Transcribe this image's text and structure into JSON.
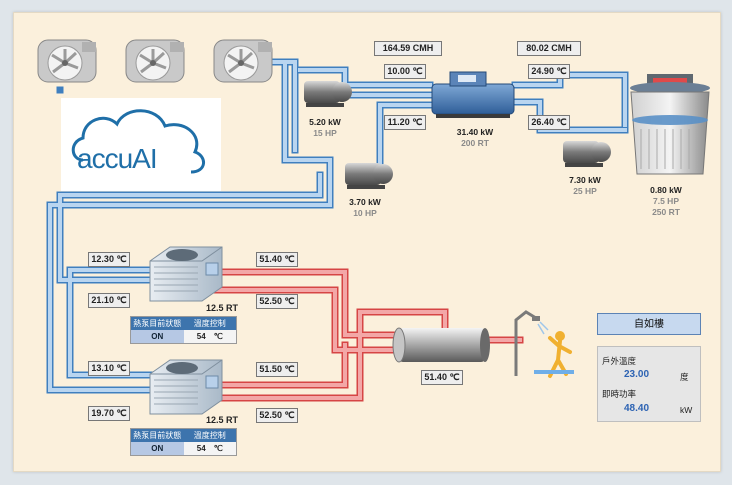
{
  "colors": {
    "background": "#fbf0dc",
    "cold_pipe": "#b9d5f0",
    "cold_pipe_edge": "#3f7fbf",
    "hot_pipe": "#f3a7a7",
    "hot_pipe_edge": "#d64545",
    "accent": "#2d63b3",
    "control_header": "#3d74ad"
  },
  "logo": {
    "text": "accuAI"
  },
  "flows": {
    "condenser_flow": "164.59  CMH",
    "tower_flow": "80.02  CMH"
  },
  "temps": {
    "chw_supply": "10.00 ℃",
    "chw_return": "11.20 ℃",
    "cw_supply": "24.90 ℃",
    "cw_return": "26.40 ℃",
    "hp1_chw_in": "12.30 ℃",
    "hp1_chw_out": "21.10 ℃",
    "hp1_hw_out": "51.40 ℃",
    "hp1_hw_in": "52.50 ℃",
    "hp2_chw_in": "13.10 ℃",
    "hp2_chw_out": "19.70 ℃",
    "hp2_hw_out": "51.50 ℃",
    "hp2_hw_in": "52.50 ℃",
    "tank_temp": "51.40 ℃"
  },
  "equipment": {
    "pump1": {
      "kw": "5.20  kW",
      "hp": "15 HP"
    },
    "pump2": {
      "kw": "3.70  kW",
      "hp": "10 HP"
    },
    "chiller": {
      "kw": "31.40 kW",
      "rt": "200 RT"
    },
    "pump3": {
      "kw": "7.30  kW",
      "hp": "25 HP"
    },
    "tower": {
      "kw": "0.80  kW",
      "hp": "7.5 HP",
      "rt": "250 RT"
    },
    "hp1": {
      "rt": "12.5 RT"
    },
    "hp2": {
      "rt": "12.5 RT"
    }
  },
  "control1": {
    "status_header": "熱泵目前狀態",
    "temp_header": "溫度控制",
    "status": "ON",
    "setpoint": "54",
    "unit": "℃"
  },
  "control2": {
    "status_header": "熱泵目前狀態",
    "temp_header": "溫度控制",
    "status": "ON",
    "setpoint": "54",
    "unit": "℃"
  },
  "mode_button": "自如樓",
  "weather": {
    "outdoor_label": "戶外溫度",
    "outdoor_value": "23.00",
    "outdoor_unit": "度",
    "power_label": "即時功率",
    "power_value": "48.40",
    "power_unit": "kW"
  },
  "icons": {
    "fans": "fan-icon",
    "pumps": "pump-icon",
    "chiller": "chiller-icon",
    "tower": "cooling-tower-icon",
    "heat_pump": "heat-pump-icon",
    "tank": "water-tank-icon",
    "shower": "shower-person-icon"
  }
}
